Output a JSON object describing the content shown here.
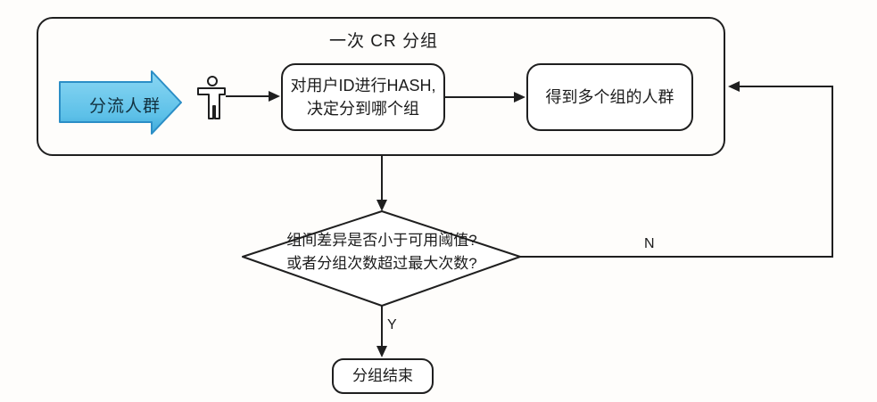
{
  "diagram": {
    "title": "一次 CR 分组",
    "source_arrow_label": "分流人群",
    "hash_node": {
      "line1": "对用户ID进行HASH,",
      "line2": "决定分到哪个组"
    },
    "result_label": "得到多个组的人群",
    "decision_node": {
      "line1": "组间差异是否小于可用阈值?",
      "line2": "或者分组次数超过最大次数?"
    },
    "end_label": "分组结束",
    "branch_no": "N",
    "branch_yes": "Y"
  },
  "icons": {
    "person": "person-icon",
    "flow_arrow": "thick-right-arrow-icon"
  },
  "colors": {
    "line": "#1f1f1f",
    "arrow_fill_top": "#8bd7f3",
    "arrow_fill_bottom": "#3fa9d9",
    "arrow_border": "#2b8ec6",
    "background": "#fefdfb"
  }
}
